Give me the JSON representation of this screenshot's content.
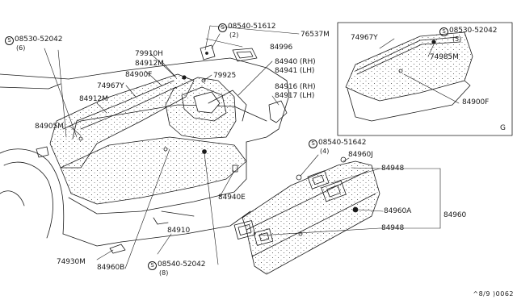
{
  "labels": {
    "p08530_52042_left": "08530-52042",
    "p08530_52042_left_qty": "(6)",
    "p08540_51612": "08540-51612",
    "p08540_51612_qty": "(2)",
    "p76537M": "76537M",
    "p84996": "84996",
    "p79910H": "79910H",
    "p84912M_top": "84912M",
    "p84900F_left": "84900F",
    "p74967Y_left": "74967Y",
    "p84912M_mid": "84912M",
    "p84905M": "84905M",
    "p84940RH": "84940 (RH)",
    "p84941LH": "84941 (LH)",
    "p79925": "79925",
    "p84916RH": "84916 (RH)",
    "p84917LH": "84917 (LH)",
    "p84940E": "84940E",
    "p84910": "84910",
    "p74930M": "74930M",
    "p84960B": "84960B",
    "p08540_52042": "08540-52042",
    "p08540_52042_qty": "(8)",
    "p08540_51642": "08540-51642",
    "p08540_51642_qty": "(4)",
    "p84960J": "84960J",
    "p84948_top": "84948",
    "p84960A": "84960A",
    "p84960": "84960",
    "p84948_bot": "84948",
    "inset_74967Y": "74967Y",
    "inset_08530_52042": "08530-52042",
    "inset_08530_52042_qty": "(5)",
    "inset_74985M": "74985M",
    "inset_84900F": "84900F",
    "inset_tag": "G",
    "ref_code": "^8/9 )0062"
  },
  "screw_symbol": "S"
}
